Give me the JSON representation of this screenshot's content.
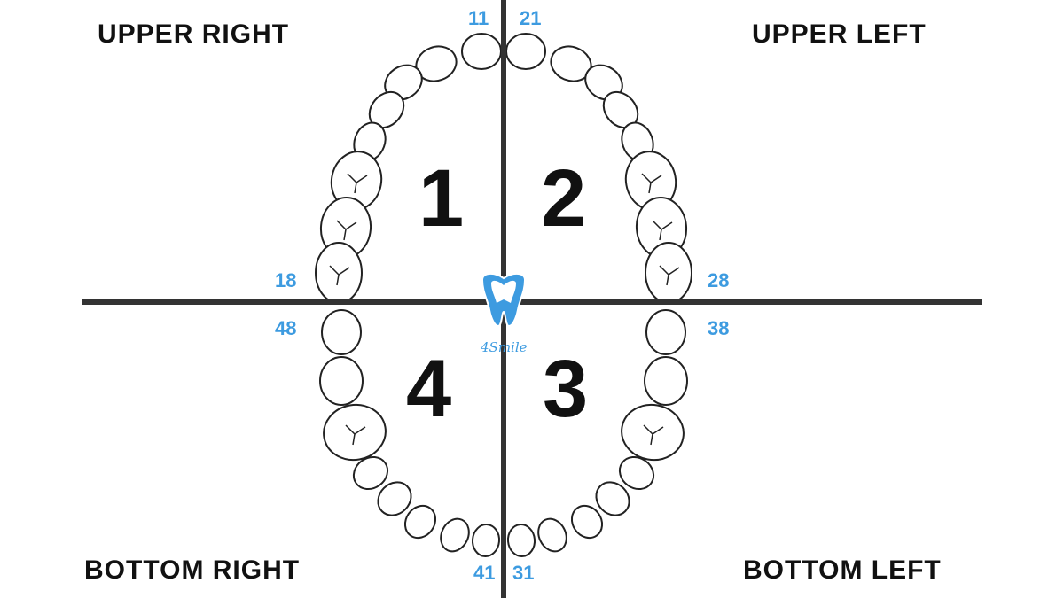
{
  "quadrant_labels": {
    "upper_right": "UPPER RIGHT",
    "upper_left": "UPPER LEFT",
    "bottom_right": "BOTTOM RIGHT",
    "bottom_left": "BOTTOM LEFT"
  },
  "quadrant_numbers": {
    "q1": "1",
    "q2": "2",
    "q3": "3",
    "q4": "4"
  },
  "tooth_numbers": {
    "t11": "11",
    "t21": "21",
    "t18": "18",
    "t28": "28",
    "t48": "48",
    "t38": "38",
    "t41": "41",
    "t31": "31"
  },
  "brand": {
    "name": "4Smile",
    "icon": "tooth-icon"
  },
  "colors": {
    "accent": "#3d9be0",
    "line": "#333333",
    "text": "#111111"
  }
}
